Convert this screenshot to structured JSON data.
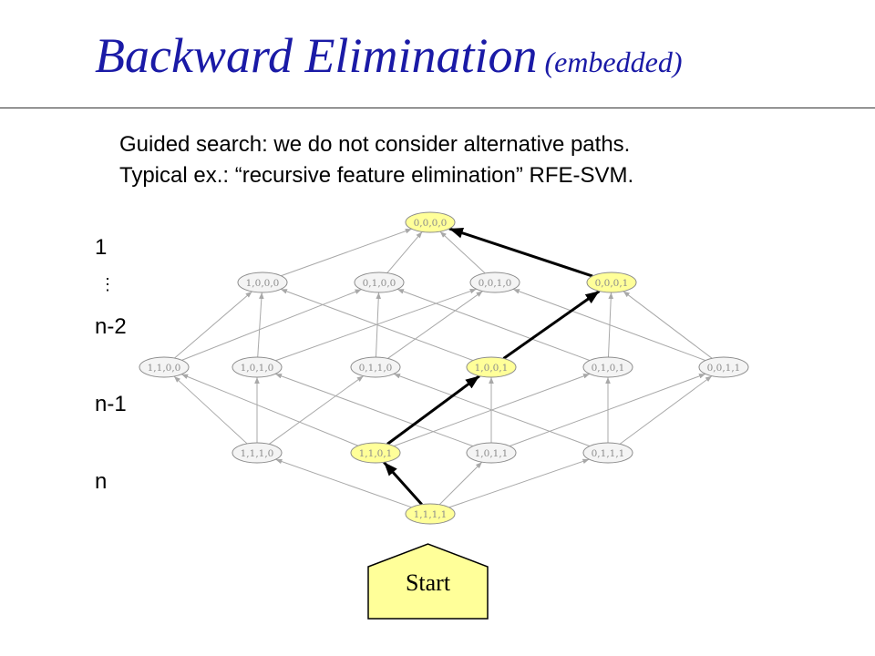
{
  "title": {
    "main": "Backward Elimination",
    "sub": "(embedded)"
  },
  "description": [
    "Guided search: we do not consider alternative paths.",
    "Typical ex.: “recursive feature elimination” RFE-SVM."
  ],
  "levels": [
    "1",
    "n-2",
    "n-1",
    "n"
  ],
  "vdots": "⋮",
  "nodes": [
    {
      "id": "0000",
      "label": "0,0,0,0",
      "highlight": true
    },
    {
      "id": "1000",
      "label": "1,0,0,0",
      "highlight": false
    },
    {
      "id": "0100",
      "label": "0,1,0,0",
      "highlight": false
    },
    {
      "id": "0010",
      "label": "0,0,1,0",
      "highlight": false
    },
    {
      "id": "0001",
      "label": "0,0,0,1",
      "highlight": true
    },
    {
      "id": "1100",
      "label": "1,1,0,0",
      "highlight": false
    },
    {
      "id": "1010",
      "label": "1,0,1,0",
      "highlight": false
    },
    {
      "id": "0110",
      "label": "0,1,1,0",
      "highlight": false
    },
    {
      "id": "1001",
      "label": "1,0,0,1",
      "highlight": true
    },
    {
      "id": "0101",
      "label": "0,1,0,1",
      "highlight": false
    },
    {
      "id": "0011",
      "label": "0,0,1,1",
      "highlight": false
    },
    {
      "id": "1110",
      "label": "1,1,1,0",
      "highlight": false
    },
    {
      "id": "1101",
      "label": "1,1,0,1",
      "highlight": true
    },
    {
      "id": "1011",
      "label": "1,0,1,1",
      "highlight": false
    },
    {
      "id": "0111",
      "label": "0,1,1,1",
      "highlight": false
    },
    {
      "id": "1111",
      "label": "1,1,1,1",
      "highlight": true
    }
  ],
  "path": [
    "1111",
    "1101",
    "1001",
    "0001",
    "0000"
  ],
  "start_label": "Start",
  "colors": {
    "title": "#1a1aa6",
    "highlight_fill": "#ffff99",
    "node_fill": "#f4f4f4",
    "node_stroke": "#8c8c8c",
    "node_text": "#8c8c8c",
    "edge": "#a8a8a8",
    "path": "#000000",
    "start_fill": "#ffff99"
  }
}
